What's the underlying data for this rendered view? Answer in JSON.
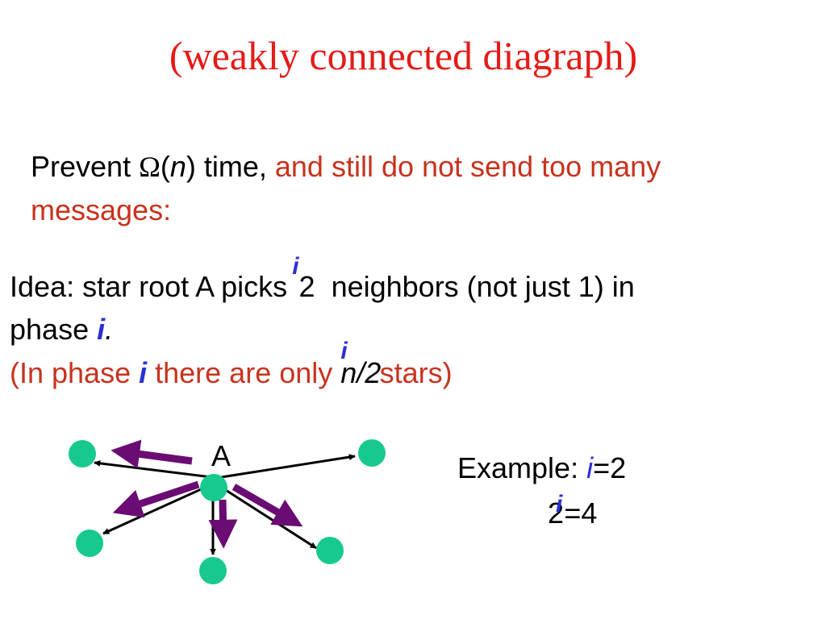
{
  "title": "(weakly connected diagraph)",
  "prevent": {
    "prefix": "Prevent ",
    "omega": "Ω",
    "open": "(",
    "n": "n",
    "close": ") time, ",
    "red1": "and still do not send too many",
    "red2": "messages:"
  },
  "idea": {
    "text1": "Idea: star root A picks",
    "sup_i": "i",
    "base": "2",
    "text2": "neighbors (not just 1) in",
    "phase": "phase ",
    "phase_i": "i",
    "dot": "."
  },
  "note": {
    "part1": "(In phase ",
    "i": "i",
    "part2": " there are only ",
    "n2": "n/2",
    "sup_i": "i",
    "part3": "stars)"
  },
  "diagram": {
    "root_label": "A",
    "node_color": "#17c98f",
    "arrow_color": "#6a0c73"
  },
  "example": {
    "label": "Example: ",
    "i": "i",
    "eq": "=2",
    "base": "2",
    "sup_i": "i",
    "result": "=4"
  }
}
